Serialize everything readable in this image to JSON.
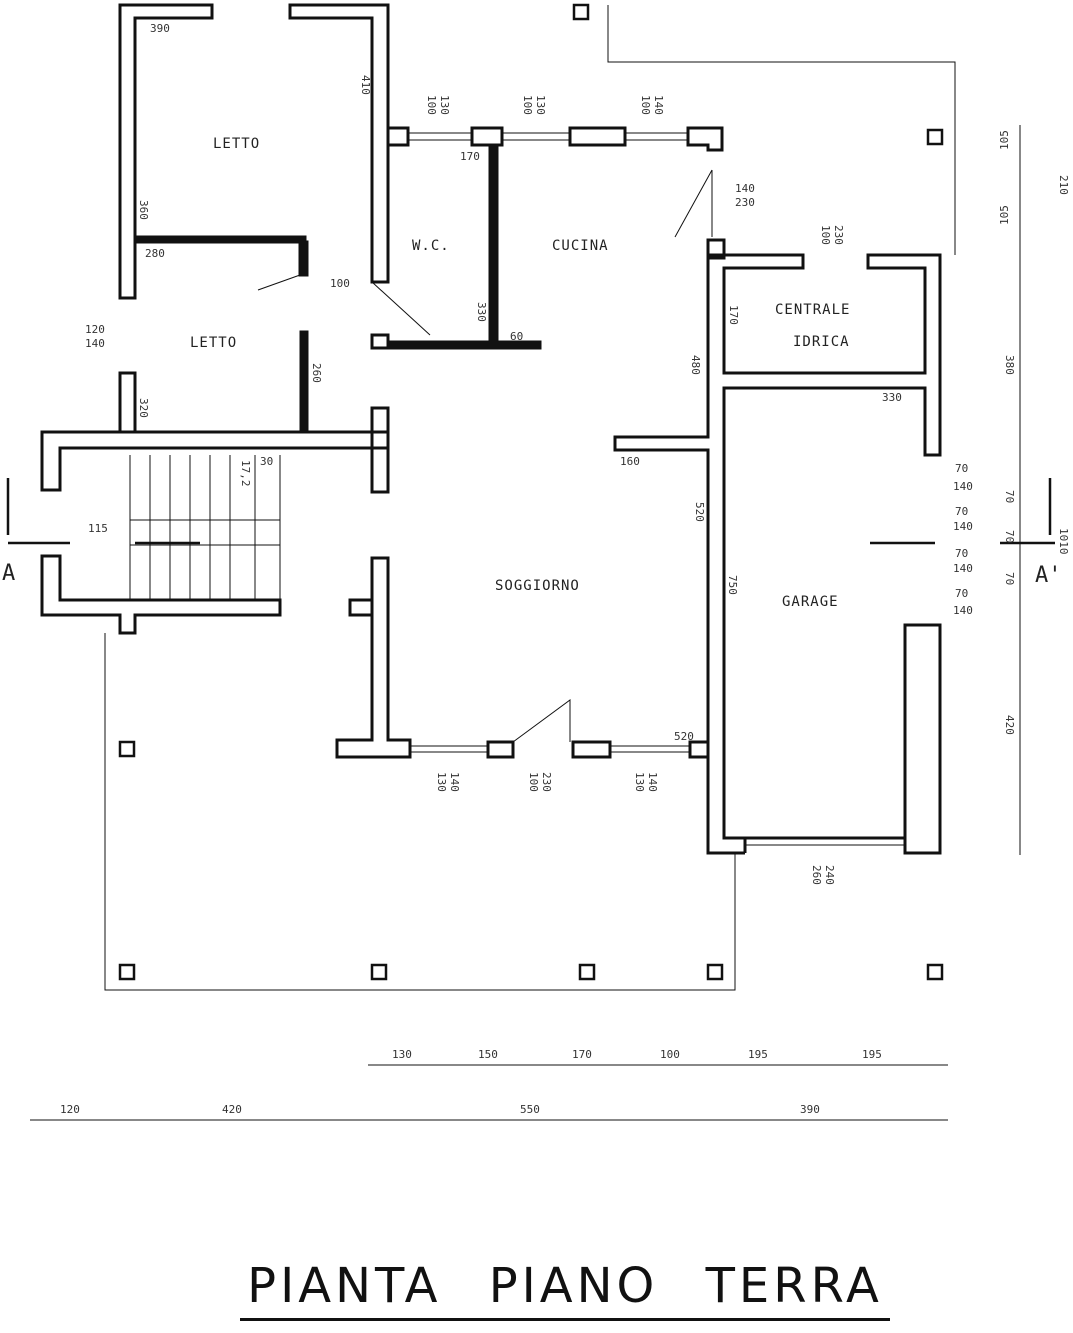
{
  "title": "PIANTA PIANO TERRA",
  "rooms": {
    "letto_1": "LETTO",
    "letto_2": "LETTO",
    "wc": "W.C.",
    "cucina": "CUCINA",
    "centrale_line1": "CENTRALE",
    "centrale_line2": "IDRICA",
    "soggiorno": "SOGGIORNO",
    "garage": "GARAGE"
  },
  "section_marks": {
    "left": "A",
    "right": "A'"
  },
  "dimensions": {
    "d_390_top": "390",
    "d_410": "410",
    "d_360": "360",
    "d_280": "280",
    "d_100_door": "100",
    "d_120_140_l": [
      "120",
      "140"
    ],
    "d_320": "320",
    "d_260": "260",
    "d_100_130_a": [
      "100",
      "130"
    ],
    "d_100_130_b": [
      "100",
      "130"
    ],
    "d_100_140_c": [
      "100",
      "140"
    ],
    "d_170": "170",
    "d_330_v": "330",
    "d_60": "60",
    "d_140_230": [
      "140",
      "230"
    ],
    "d_100_230_g": [
      "100",
      "230"
    ],
    "d_170_v": "170",
    "d_480": "480",
    "d_330_h": "330",
    "d_160": "160",
    "d_520_v": "520",
    "d_750": "750",
    "d_520_h": "520",
    "d_30": "30",
    "d_17": "17,2",
    "d_115": "115",
    "d_130_140_a": [
      "130",
      "140"
    ],
    "d_100_230_b": [
      "100",
      "230"
    ],
    "d_130_140_c": [
      "130",
      "140"
    ],
    "d_260_240": [
      "260",
      "240"
    ],
    "d_70_140_stack": [
      "70",
      "140",
      "70",
      "140",
      "70",
      "140",
      "70",
      "140"
    ],
    "d_right_70": [
      "70",
      "70",
      "70"
    ],
    "d_105_a": "105",
    "d_105_b": "105",
    "d_210": "210",
    "d_380": "380",
    "d_420_right": "420",
    "d_1010": "1010",
    "bottom_row1": [
      "130",
      "150",
      "170",
      "100",
      "195",
      "195"
    ],
    "bottom_row2": [
      "120",
      "420",
      "550",
      "390"
    ]
  }
}
